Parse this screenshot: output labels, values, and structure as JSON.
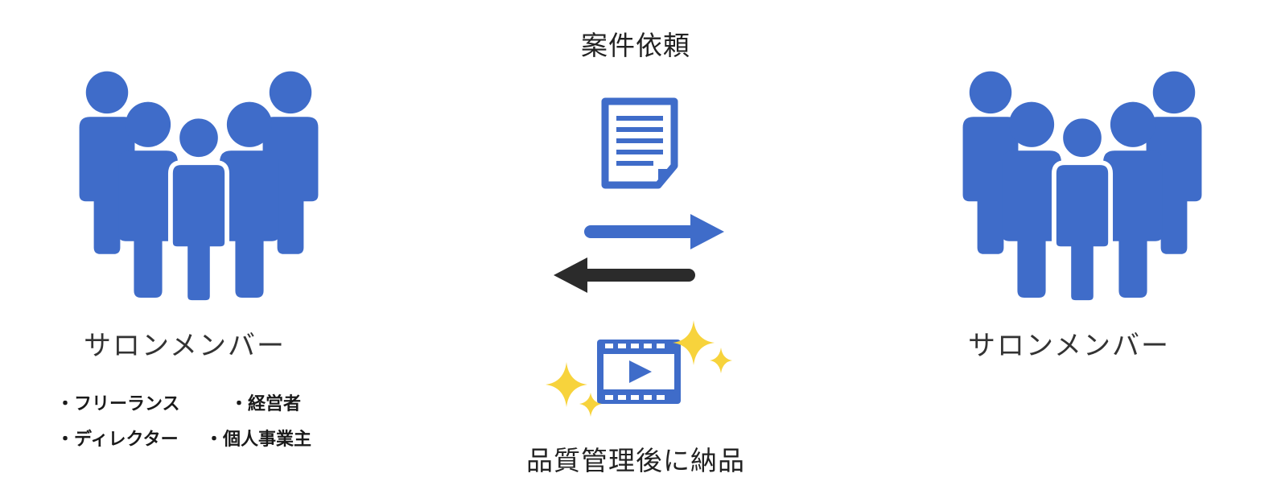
{
  "diagram": {
    "request_label": "案件依頼",
    "delivery_label": "品質管理後に納品",
    "left_group": {
      "label": "サロンメンバー",
      "member_types_row1": [
        "・フリーランス",
        "・経営者"
      ],
      "member_types_row2": [
        "・ディレクター",
        "・個人事業主"
      ]
    },
    "right_group": {
      "label": "サロンメンバー"
    },
    "icons": {
      "left_people": "people-group-icon",
      "right_people": "people-group-icon",
      "document": "document-icon",
      "arrow_right": "arrow-right-icon",
      "arrow_left": "arrow-left-icon",
      "video": "video-film-icon",
      "sparkles": "sparkle-icon"
    },
    "colors": {
      "people": "#3F6CC9",
      "document": "#3F6CC9",
      "arrow_right": "#3F6CC9",
      "arrow_left": "#2B2B2B",
      "video": "#3F6CC9",
      "sparkle": "#F7D33C",
      "text": "#333333"
    }
  }
}
